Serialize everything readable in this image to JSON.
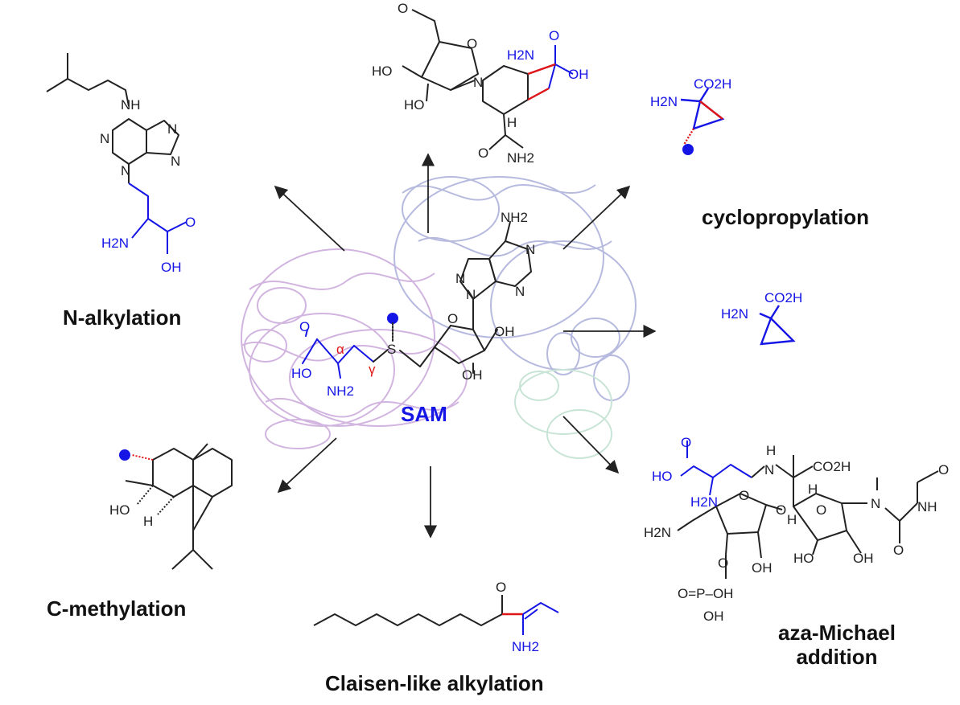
{
  "center": {
    "label": "SAM"
  },
  "reactions": [
    {
      "id": "n-alkylation",
      "label": "N-alkylation"
    },
    {
      "id": "cyclopropylation",
      "label": "cyclopropylation"
    },
    {
      "id": "c-methylation",
      "label": "C-methylation"
    },
    {
      "id": "claisen-like-alkylation",
      "label": "Claisen-like alkylation"
    },
    {
      "id": "aza-michael-addition",
      "label_line1": "aza-Michael",
      "label_line2": "addition"
    }
  ],
  "atoms": {
    "nh": "NH",
    "n": "N",
    "nh2": "NH2",
    "h2n": "H2N",
    "oh": "OH",
    "ho": "HO",
    "o": "O",
    "h": "H",
    "co2h": "CO2H",
    "s": "S",
    "alpha": "α",
    "gamma": "γ",
    "p": "P",
    "ohp": "O=P–OH"
  },
  "colors": {
    "sam_portion": "#1515e6",
    "new_bond": "#e01515",
    "text": "#111111",
    "protein_purple": "#c8a6d8",
    "protein_blue": "#a9acd8",
    "protein_green": "#b9dccb"
  }
}
